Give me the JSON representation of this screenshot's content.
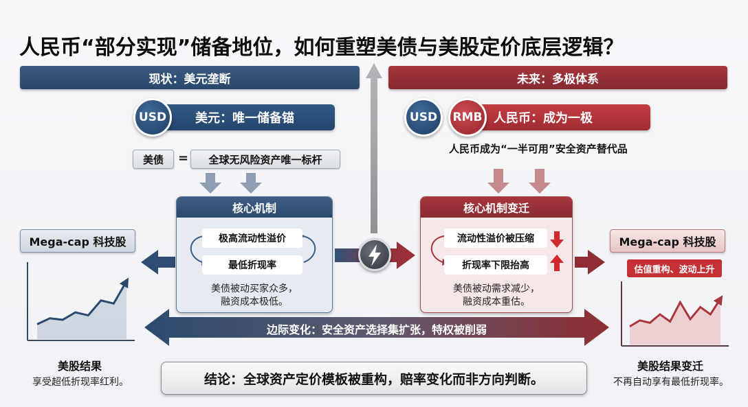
{
  "title": "人民币“部分实现”储备地位，如何重塑美债与美股定价底层逻辑？",
  "left": {
    "header": "现状：美元垄断",
    "currency_code": "USD",
    "currency_label": "美元：唯一储备锚",
    "bond_chip": "美债",
    "equals": "=",
    "benchmark_chip": "全球无风险资产唯一标杆",
    "mechanism": {
      "title": "核心机制",
      "item1": "极高流动性溢价",
      "item2": "最低折现率",
      "note_line1": "美债被动买家众多，",
      "note_line2": "融资成本极低。"
    },
    "mega": "Mega-cap 科技股",
    "result_title": "美股结果",
    "result_desc": "享受超低折现率红利。"
  },
  "right": {
    "header": "未来：多极体系",
    "currency_code_1": "USD",
    "currency_code_2": "RMB",
    "currency_label": "人民币：成为一极",
    "sub_caption": "人民币成为“一半可用”安全资产替代品",
    "mechanism": {
      "title": "核心机制变迁",
      "item1": "流动性溢价被压缩",
      "item2": "折现率下限抬高",
      "note_line1": "美债被动需求减少，",
      "note_line2": "融资成本重估。"
    },
    "mega": "Mega-cap 科技股",
    "badge": "估值重构、波动上升",
    "result_title": "美股结果变迁",
    "result_desc": "不再自动享有最低折现率。"
  },
  "margin_change": "边际变化：安全资产选择集扩张，特权被削弱",
  "conclusion": "结论：全球资产定价模板被重构，赔率变化而非方向判断。",
  "colors": {
    "blue": "#2b4a6e",
    "red": "#a8363d",
    "gray": "#8f9398"
  },
  "left_chart": {
    "values": [
      0.2,
      0.28,
      0.26,
      0.36,
      0.32,
      0.52,
      0.48,
      0.78
    ]
  },
  "right_chart": {
    "values": [
      0.3,
      0.4,
      0.36,
      0.5,
      0.38,
      0.7,
      0.42,
      0.62,
      0.5,
      0.76
    ]
  }
}
